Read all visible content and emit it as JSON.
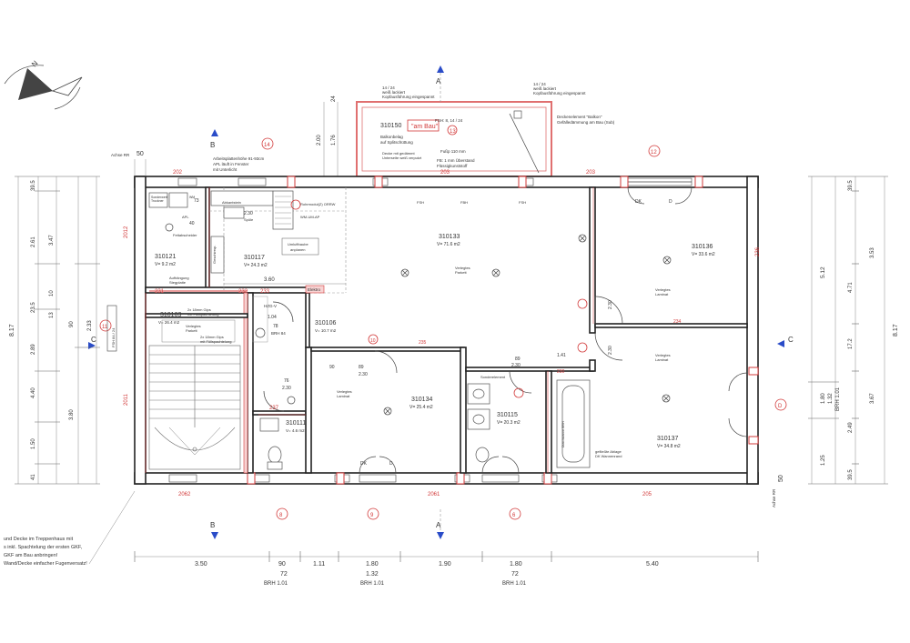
{
  "rooms": [
    {
      "id": "310150",
      "area": "",
      "extra": "\"am Bau\""
    },
    {
      "id": "310133",
      "area": "V= 71.6 m2"
    },
    {
      "id": "310136",
      "area": "V= 33.6 m2"
    },
    {
      "id": "310121",
      "area": "V= 9.2 m2"
    },
    {
      "id": "310117",
      "area": "V= 24.3 m2"
    },
    {
      "id": "310103",
      "area": "V= 26.4 m2"
    },
    {
      "id": "310106",
      "area": "V= 10.7 m2"
    },
    {
      "id": "310134",
      "area": "V= 25.4 m2"
    },
    {
      "id": "310115",
      "area": "V= 20.3 m2"
    },
    {
      "id": "310137",
      "area": "V= 34.8 m2"
    },
    {
      "id": "310111",
      "area": "V= 4.6 m2"
    }
  ],
  "markers": {
    "top_13": "13",
    "top_14": "14",
    "top_12": "12",
    "side_11": "11",
    "side_10": "10",
    "side_d_right": "D",
    "bottom_8": "8",
    "bottom_9": "9",
    "bottom_6": "6",
    "mid_c1": "C",
    "mid_c2": "C"
  },
  "section_marks": {
    "a_top": "A",
    "a_bottom": "A",
    "b_top": "B",
    "b_bottom": "B",
    "c_left": "C",
    "c_right": "C"
  },
  "dimensions": {
    "bottom_row1": [
      "3.50",
      "90",
      "1.11",
      "1.80",
      "1.90",
      "1.80",
      "5.40"
    ],
    "bottom_row2": [
      "72",
      "1.32",
      "72"
    ],
    "bottom_row3": [
      "BRH 1.01",
      "BRH 1.01",
      "BRH 1.01"
    ],
    "red_bottom": [
      "2062",
      "2061",
      "205"
    ],
    "red_top": [
      "202",
      "203",
      "203"
    ],
    "red_left": [
      "2012",
      "2011"
    ],
    "red_mid": [
      "232",
      "233",
      "234",
      "235",
      "236",
      "237",
      "230"
    ],
    "left_outer": [
      "8.17"
    ],
    "left_col1": [
      "39.5",
      "2.61",
      "23.5",
      "2.89",
      "4.40",
      "1.50",
      "41"
    ],
    "left_col2": [
      "3.47",
      "2.33",
      "3.80"
    ],
    "left_col3": [
      "10",
      "90",
      "13"
    ],
    "right_col1": [
      "5.12",
      "1.80",
      "1.32",
      "BRH 1.01"
    ],
    "right_col2": [
      "39.5",
      "3.53",
      "4.71",
      "17.2",
      "3.67",
      "2.49",
      "1.25",
      "39.5"
    ],
    "right_outer": [
      "8.17"
    ],
    "balcony_dims": [
      "24",
      "2.00",
      "1.76"
    ],
    "inner": [
      "3.60",
      "2.30",
      "1.04",
      "78",
      "89",
      "2.30",
      "1.41",
      "2.30",
      "89",
      "90",
      "2.30",
      "89",
      "76",
      "2.30",
      "40",
      "73",
      "2.30"
    ]
  },
  "annotations": {
    "axis_label": "Achse RR",
    "axis_value": "50",
    "balcony_note1": "Balkonbelag\nauf Splitschüttung",
    "balcony_note2": "Decke mit gedämmt\nUnterseite weiß verputzt",
    "balcony_fb": "FB: 1 mm Überstand\nFlüssigkunststoff",
    "balcony_fsh": "FSH: 8, 14 / 24",
    "balcony_fussp": "Fußp 110 mm",
    "balcony_right": "Deckenelement \"Balkon\"\nGefälledämmung am Bau (Sub)",
    "balcony_top": "14 / 24\nweiß lackiert\nKopfausführung eingespannt",
    "balcony_top2": "14 / 24\nweiß lackiert\nKopfausführung eingespannt",
    "fenster_note": "Arbeitsplattenhöhe 91-93cm\nAPL läuft in Fenster\nmit Unterlicht",
    "umluft": "Umlufthaube\nanplanen",
    "verlegte": "Verlegtes\nParkett",
    "stairs_note1": "2x 18mm Gips\nmit Füllspachtelung",
    "stairs_note2": "2x 18mm Gips\nmit Füllspachtelung",
    "dk": "DK",
    "d": "D",
    "fsh_label": "FSH",
    "bottom_note": "und Decke im Treppenhaus mit\ns inkl. Spachtelung der ersten GKF,\nGKF am Bau anbringen!\nWand/Decke einfacher Fugenversatz!",
    "elektro": "Elektro",
    "hzg": "HZG-V",
    "brh84": "BRH 84",
    "gefl": "gefließte Ablage\nDK Wannenrand",
    "eintrag": "Duschwanne BRH"
  }
}
